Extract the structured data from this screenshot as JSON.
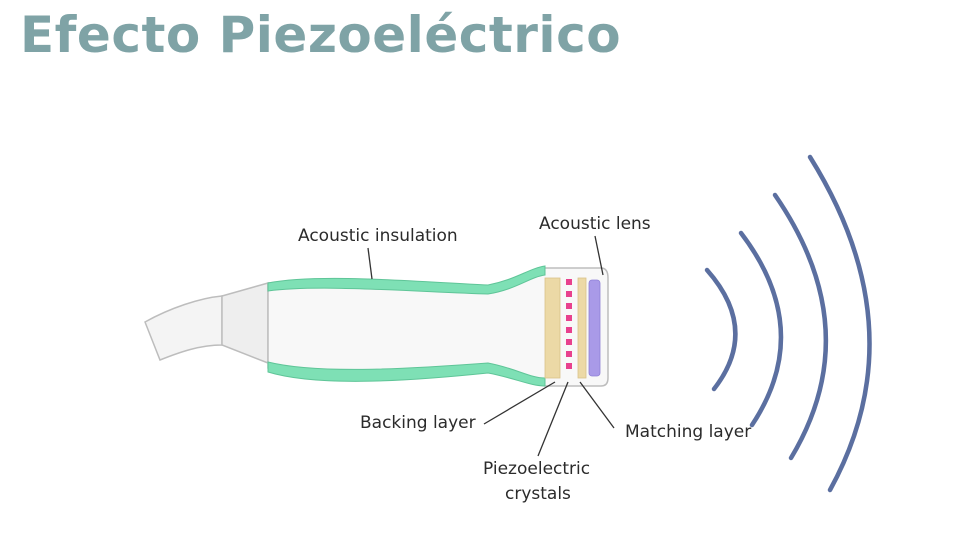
{
  "slide": {
    "title": "Efecto Piezoeléctrico"
  },
  "labels": {
    "acoustic_insulation": "Acoustic insulation",
    "acoustic_lens": "Acoustic lens",
    "backing_layer": "Backing layer",
    "piezo_line1": "Piezoelectric",
    "piezo_line2": "crystals",
    "matching_layer": "Matching layer"
  },
  "colors": {
    "title": "#7fa3a6",
    "insulation": "#7ee0b5",
    "backing": "#ecd9a6",
    "crystals": "#e8418e",
    "lens": "#a99ae8",
    "waves": "#5b6fa0"
  },
  "wave_count": 4
}
